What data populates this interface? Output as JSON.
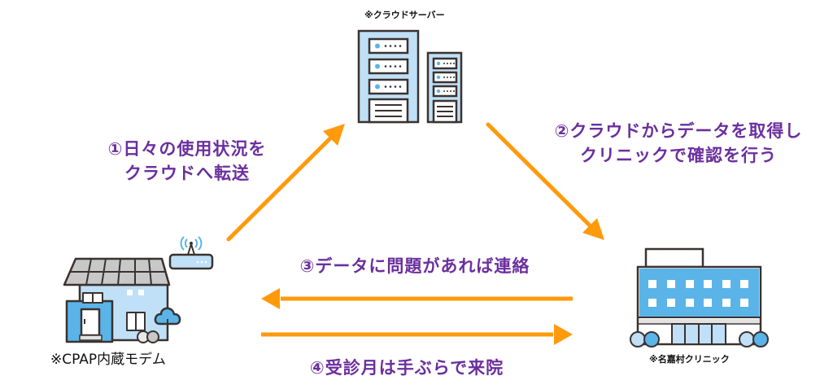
{
  "nodes": {
    "cloud": {
      "label": "※クラウドサーバー"
    },
    "home": {
      "label": "※CPAP内蔵モデム"
    },
    "clinic": {
      "label": "※名嘉村クリニック"
    }
  },
  "steps": {
    "step1": {
      "line1": "①日々の使用状況を",
      "line2": "クラウドへ転送"
    },
    "step2": {
      "line1": "②クラウドからデータを取得し",
      "line2": "クリニックで確認を行う"
    },
    "step3": {
      "line1": "③データに問題があれば連絡"
    },
    "step4": {
      "line1": "④受診月は手ぶらで来院"
    }
  },
  "colors": {
    "arrow": "#ff9a0a",
    "text_step": "#6b2f9e",
    "building_blue": "#5ab4e8",
    "light_blue": "#bfe0f6",
    "outline": "#3a3230"
  }
}
